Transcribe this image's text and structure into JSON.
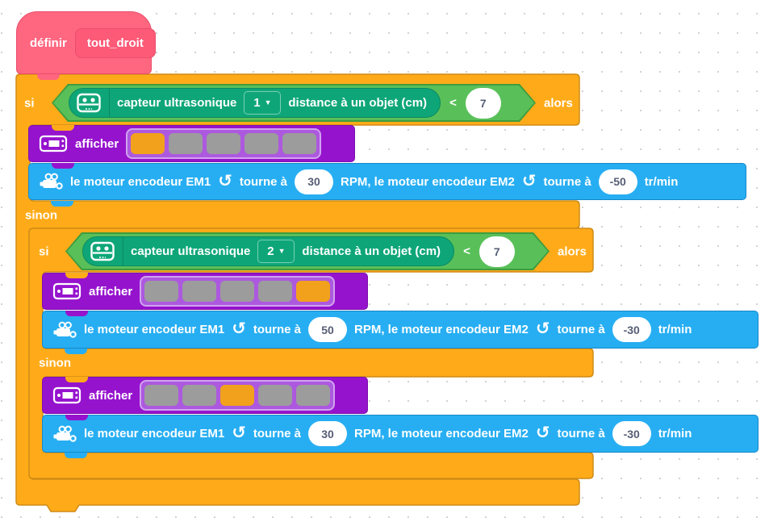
{
  "colors": {
    "orange": "#FFAB19",
    "orange-border": "#CF8B17",
    "pink": "#FF6680",
    "pink-border": "#EA4E6D",
    "pink-inner": "#FC5A77",
    "green": "#59C059",
    "green-border": "#3E9C3E",
    "teal": "#0EA678",
    "teal-border": "#0B8A62",
    "purple": "#9613CE",
    "purple-border": "#7D10AD",
    "led-frame": "#AD59DF",
    "led-frame-border": "#D0A4EF",
    "seg-on": "#F2A11C",
    "seg-off": "#9C9C9C",
    "blue": "#27AEF2",
    "blue-border": "#1688C9",
    "input-text": "#575E75",
    "canvas-dot": "#D2D2D2"
  },
  "hat": {
    "define_label": "définir",
    "name": "tout_droit"
  },
  "labels": {
    "si": "si",
    "alors": "alors",
    "sinon": "sinon"
  },
  "ui": {
    "dropdown_arrow": "▼",
    "rotate_icon": "↺"
  },
  "conditions": [
    {
      "sensor": "capteur ultrasonique",
      "port": "1",
      "metric": "distance à un objet (cm)",
      "operator": "<",
      "value": "7"
    },
    {
      "sensor": "capteur ultrasonique",
      "port": "2",
      "metric": "distance à un objet (cm)",
      "operator": "<",
      "value": "7"
    }
  ],
  "displays": [
    {
      "label": "afficher",
      "segments": [
        "on",
        "off",
        "off",
        "off",
        "off"
      ]
    },
    {
      "label": "afficher",
      "segments": [
        "off",
        "off",
        "off",
        "off",
        "on"
      ]
    },
    {
      "label": "afficher",
      "segments": [
        "off",
        "off",
        "on",
        "off",
        "off"
      ]
    }
  ],
  "motors": [
    {
      "m1_label": "le moteur encodeur EM1",
      "turn_label": "tourne à",
      "m1_value": "30",
      "mid_label": "RPM, le moteur encodeur EM2",
      "turn_label2": "tourne à",
      "m2_value": "-50",
      "unit_label": "tr/min"
    },
    {
      "m1_label": "le moteur encodeur EM1",
      "turn_label": "tourne à",
      "m1_value": "50",
      "mid_label": "RPM, le moteur encodeur EM2",
      "turn_label2": "tourne à",
      "m2_value": "-30",
      "unit_label": "tr/min"
    },
    {
      "m1_label": "le moteur encodeur EM1",
      "turn_label": "tourne à",
      "m1_value": "30",
      "mid_label": "RPM, le moteur encodeur EM2",
      "turn_label2": "tourne à",
      "m2_value": "-30",
      "unit_label": "tr/min"
    }
  ]
}
